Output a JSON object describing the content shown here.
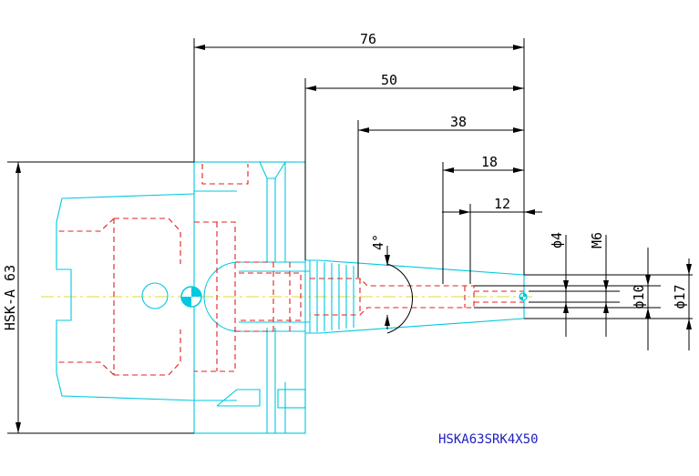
{
  "drawing": {
    "part_number": "HSKA63SRK4X50",
    "dims": {
      "overall": "76",
      "d50": "50",
      "d38": "38",
      "d18": "18",
      "d12": "12",
      "taper_angle": "4°",
      "shank_label": "HSK-A 63",
      "phi4": "ϕ4",
      "m6": "M6",
      "phi10": "ϕ10",
      "phi17": "ϕ17"
    },
    "colors": {
      "outline": "#00c8e0",
      "hidden": "#e02020",
      "center": "#e8e060",
      "dimension": "#000000",
      "label": "#2020c0"
    }
  }
}
